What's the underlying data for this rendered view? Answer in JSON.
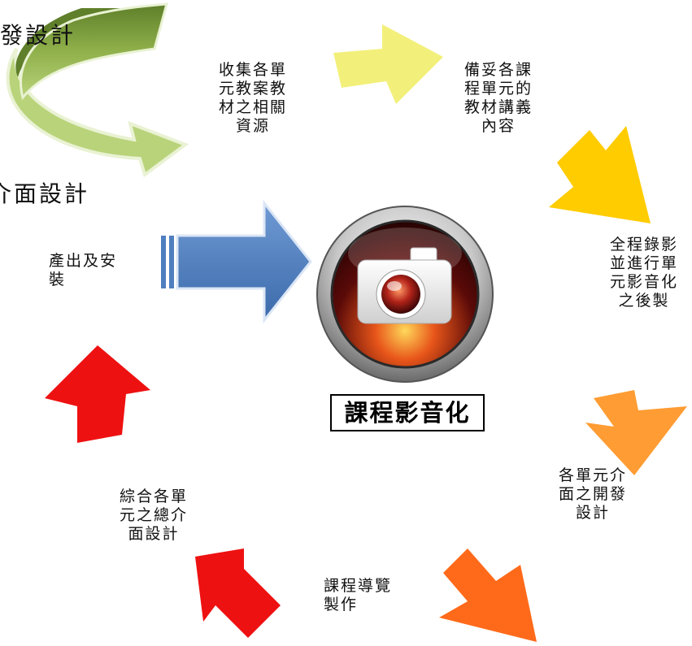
{
  "top_left_arrow": {
    "label_top": "發設計",
    "label_bottom": "介面設計"
  },
  "center": {
    "icon": "camera-icon",
    "title": "課程影音化"
  },
  "steps": [
    {
      "label": "收集各單\n元教案教\n材之相關\n資源",
      "color": "#ffffff"
    },
    {
      "label": "備妥各課\n程單元的\n教材講義\n內容",
      "color": "#f2f07a"
    },
    {
      "label": "全程錄影\n並進行單\n元影音化\n之後製",
      "color": "#ffcc00"
    },
    {
      "label": "各單元介\n面之開發\n設計",
      "color": "#ff9c33"
    },
    {
      "label": "課程導覽\n製作",
      "color": "#ff6a1a"
    },
    {
      "label": "綜合各單\n元之總介\n面設計",
      "color": "#ee1111"
    },
    {
      "label": "產出及安\n裝",
      "color": "#5b8ac8"
    }
  ],
  "colors": {
    "pale_yellow": "#f2f07a",
    "yellow": "#ffcc00",
    "light_orange": "#ff9c33",
    "orange": "#ff6a1a",
    "red": "#ee1111",
    "blue": "#4f7fbf",
    "green": "#7ea33f"
  }
}
